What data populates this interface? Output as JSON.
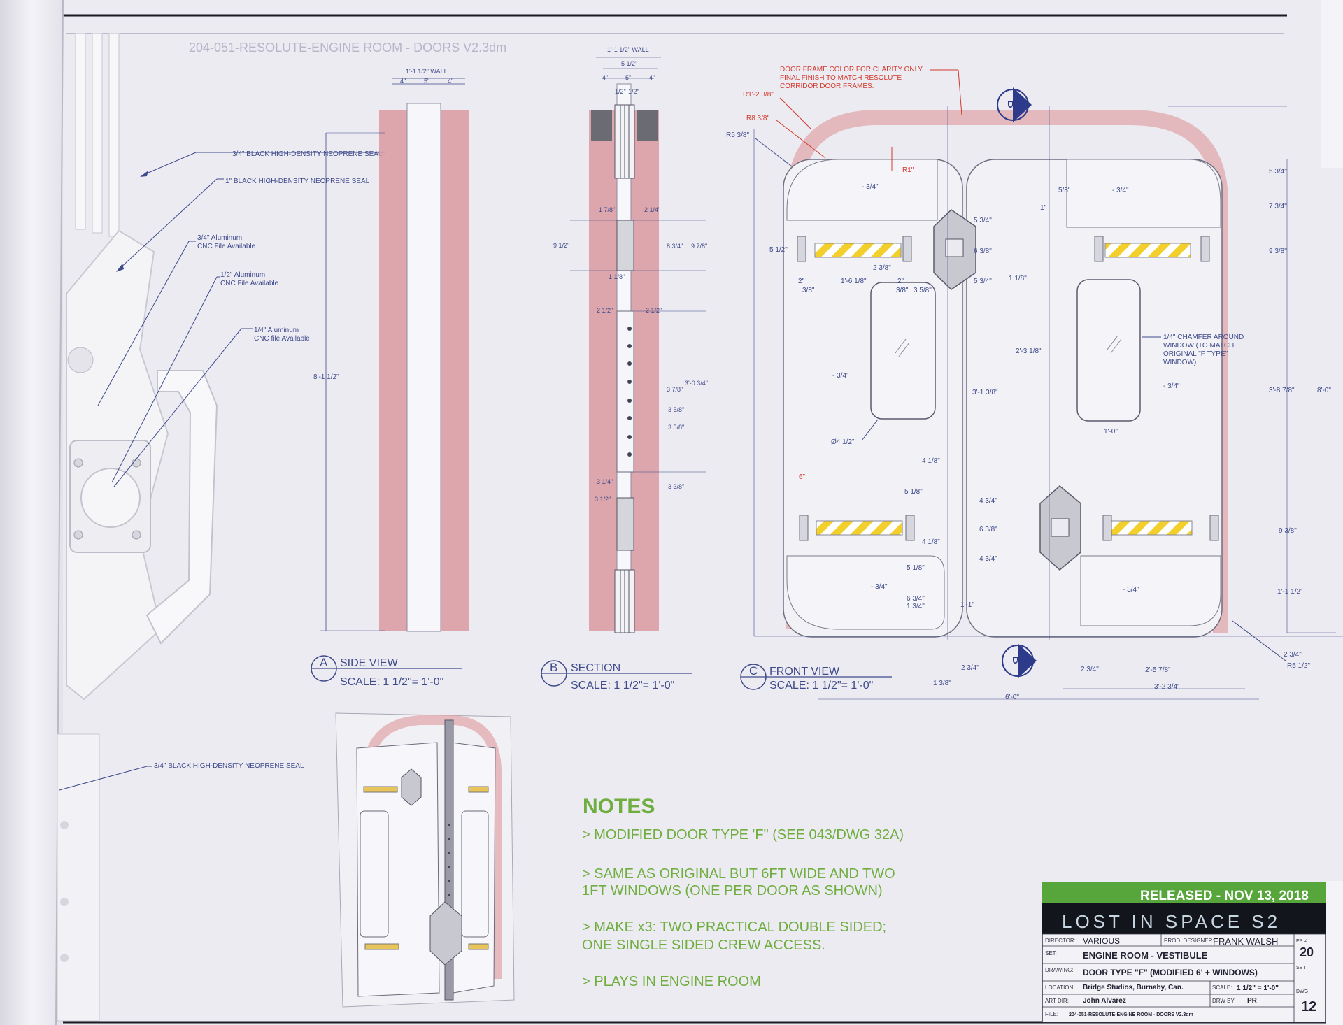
{
  "sheet": {
    "file_header": "204-051-RESOLUTE-ENGINE ROOM - DOORS V2.3dm"
  },
  "colors": {
    "paper": "#ecebf2",
    "line_blue": "#3e4a8a",
    "seal_red": "#d99aa0",
    "note_red": "#d23a2c",
    "notes_green": "#6fae3e",
    "hazard_yellow": "#f2cf2a",
    "title_green": "#56a63c"
  },
  "callouts_left": {
    "seal_34": "3/4\" BLACK HIGH-DENSITY NEOPRENE SEAL",
    "seal_1": "1\" BLACK HIGH-DENSITY NEOPRENE SEAL",
    "alu_34_a": "3/4\" Aluminum",
    "alu_34_b": "CNC File Available",
    "alu_12_a": "1/2\" Aluminum",
    "alu_12_b": "CNC File Available",
    "alu_14_a": "1/4\" Aluminum",
    "alu_14_b": "CNC file Available",
    "seal_34_bottom": "3/4\" BLACK HIGH-DENSITY NEOPRENE SEAL"
  },
  "side_view": {
    "wall": "1'-1 1/2\" WALL",
    "d4a": "4\"",
    "d5": "5\"",
    "d4b": "4\"",
    "height": "8'-1 1/2\"",
    "tag": "A",
    "title": "SIDE VIEW",
    "scale": "SCALE: 1 1/2\"= 1'-0\""
  },
  "section_view": {
    "wall": "1'-1 1/2\" WALL",
    "d512": "5 1/2\"",
    "d4a": "4\"",
    "d5": "5\"",
    "d4b": "4\"",
    "d12a": "1/2\"",
    "d12b": "1/2\"",
    "d178": "1 7/8\"",
    "d214": "2 1/4\"",
    "d912": "9 1/2\"",
    "d834": "8 3/4\"",
    "d978": "9 7/8\"",
    "d118": "1 1/8\"",
    "d212a": "2 1/2\"",
    "d212b": "2 1/2\"",
    "d378": "3 7/8\"",
    "d3034": "3'-0 3/4\"",
    "d358a": "3 5/8\"",
    "d358b": "3 5/8\"",
    "d314": "3 1/4\"",
    "d312": "3 1/2\"",
    "d338": "3 3/8\"",
    "tag": "B",
    "title": "SECTION",
    "scale": "SCALE: 1 1/2\"= 1'-0\""
  },
  "front_view": {
    "note_line1": "DOOR FRAME COLOR FOR CLARITY ONLY.",
    "note_line2": "FINAL FINISH TO MATCH RESOLUTE",
    "note_line3": "CORRIDOR DOOR FRAMES.",
    "r1238": "R1'-2 3/8\"",
    "r838": "R8 3/8\"",
    "r538": "R5 3/8\"",
    "r1": "R1\"",
    "m34a": "- 3/4\"",
    "m34b": "- 3/4\"",
    "m34c": "- 3/4\"",
    "m34d": "- 3/4\"",
    "m34e": "- 3/4\"",
    "m34f": "- 3/4\"",
    "d534a": "5 3/4\"",
    "d638": "6 3/8\"",
    "d534b": "5 3/4\"",
    "d512": "5 1/2\"",
    "d238": "2 3/8\"",
    "d2": "2\"",
    "d38a": "3/8\"",
    "d1618": "1'-6 1/8\"",
    "d2b": "2\"",
    "d38b": "3/8\"",
    "d358": "3 5/8\"",
    "d58": "5/8\"",
    "d1": "1\"",
    "d534c": "5 3/4\"",
    "d734": "7 3/4\"",
    "d938a": "9 3/8\"",
    "d1118": "1 1/8\"",
    "d2318": "2'-3 1/8\"",
    "chamfer1": "1/4\" CHAMFER AROUND",
    "chamfer2": "WINDOW (TO MATCH",
    "chamfer3": "ORIGINAL \"F TYPE\"",
    "chamfer4": "WINDOW)",
    "d3138": "3'-1 3/8\"",
    "d3878": "3'-8 7/8\"",
    "d80": "8'-0\"",
    "d10": "1'-0\"",
    "dia412": "Ø4 1/2\"",
    "d418a": "4 1/8\"",
    "d518a": "5 1/8\"",
    "d6": "6\"",
    "d434a": "4 3/4\"",
    "d638b": "6 3/8\"",
    "d434b": "4 3/4\"",
    "d418b": "4 1/8\"",
    "d518b": "5 1/8\"",
    "d938b": "9 3/8\"",
    "d634": "6 3/4\"",
    "d134": "1 3/4\"",
    "d11": "1'-1\"",
    "d1112": "1'-1 1/2\"",
    "d234a": "2 3/4\"",
    "d138": "1 3/8\"",
    "d234b": "2 3/4\"",
    "d2578": "2'-5 7/8\"",
    "d3234": "3'-2 3/4\"",
    "d234c": "2 3/4\"",
    "r512": "R5 1/2\"",
    "d60": "6'-0\"",
    "section_marker": "B",
    "tag": "C",
    "title": "FRONT VIEW",
    "scale": "SCALE: 1 1/2\"= 1'-0\""
  },
  "notes": {
    "heading": "NOTES",
    "n1": "> MODIFIED DOOR TYPE 'F\" (SEE 043/DWG 32A)",
    "n2a": "> SAME AS ORIGINAL BUT 6FT WIDE AND TWO",
    "n2b": "1FT WINDOWS (ONE PER DOOR AS SHOWN)",
    "n3a": "> MAKE x3: TWO PRACTICAL DOUBLE SIDED;",
    "n3b": "ONE SINGLE SIDED CREW ACCESS.",
    "n4": "> PLAYS IN ENGINE ROOM"
  },
  "title_block": {
    "released": "RELEASED - NOV 13, 2018",
    "show": "LOST  IN  SPACE  S2",
    "director_label": "DIRECTOR:",
    "director": "VARIOUS",
    "designer_label": "PROD. DESIGNER:",
    "designer": "FRANK WALSH",
    "ep_label": "EP #",
    "ep": "20",
    "set_label": "SET:",
    "set": "ENGINE ROOM - VESTIBULE",
    "set_box": "SET",
    "drawing_label": "DRAWING:",
    "drawing": "DOOR TYPE \"F\" (MODIFIED 6' + WINDOWS)",
    "location_label": "LOCATION:",
    "location": "Bridge Studios, Burnaby, Can.",
    "scale_label": "SCALE:",
    "scale": "1 1/2\" = 1'-0\"",
    "dwg_box": "DWG",
    "artdir_label": "ART DIR:",
    "artdir": "John Alvarez",
    "drawnby_label": "DRW BY:",
    "drawnby": "PR",
    "dwg_num": "12",
    "file_label": "FILE:",
    "file": "204-051-RESOLUTE-ENGINE ROOM - DOORS V2.3dm"
  }
}
